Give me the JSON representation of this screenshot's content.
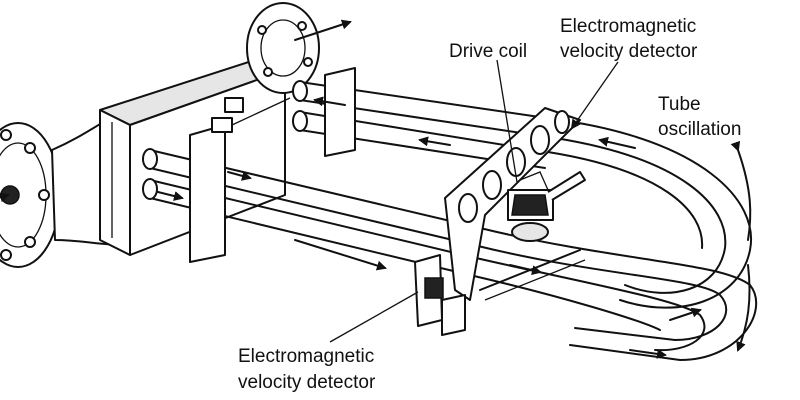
{
  "labels": {
    "top_detector": [
      "Electromagnetic",
      "velocity detector"
    ],
    "drive_coil": "Drive coil",
    "oscillation": [
      "Tube",
      "oscillation"
    ],
    "bottom_detector": [
      "Electromagnetic",
      "velocity detector"
    ]
  }
}
